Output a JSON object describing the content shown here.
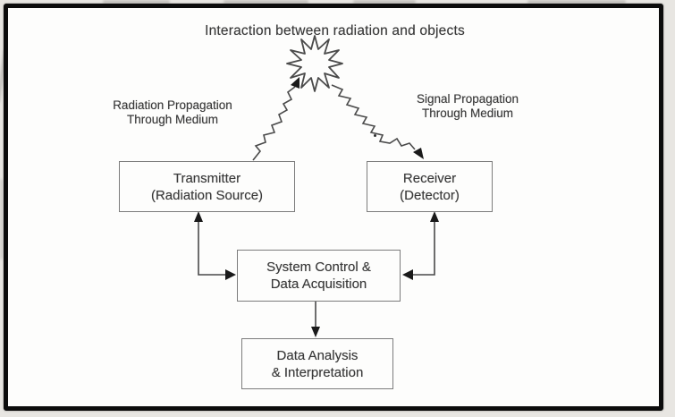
{
  "diagram": {
    "title": "Interaction between radiation and objects",
    "interaction_icon": "starburst",
    "left_label": {
      "line1": "Radiation Propagation",
      "line2": "Through Medium"
    },
    "right_label": {
      "line1": "Signal Propagation",
      "line2": "Through Medium"
    },
    "boxes": {
      "transmitter": {
        "line1": "Transmitter",
        "line2": "(Radiation Source)"
      },
      "receiver": {
        "line1": "Receiver",
        "line2": "(Detector)"
      },
      "system_control": {
        "line1": "System Control &",
        "line2": "Data Acquisition"
      },
      "data_analysis": {
        "line1": "Data Analysis",
        "line2": "& Interpretation"
      }
    },
    "colors": {
      "frame_border": "#0c0c0c",
      "page_background": "#fdfdfc",
      "margin_background": "#e8e6e2",
      "ink": "#3a3a3a",
      "box_border": "#7c7c7c",
      "connector": "#4a4a4a"
    }
  }
}
